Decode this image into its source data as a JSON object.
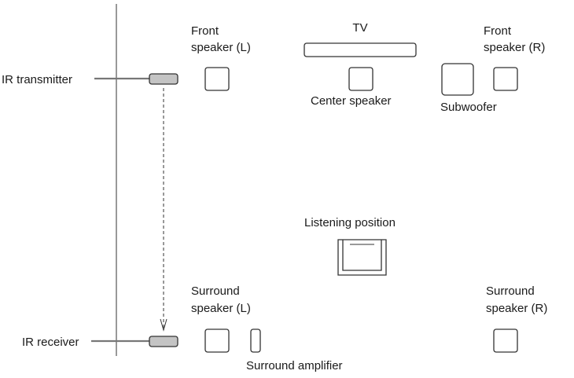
{
  "labels": {
    "tv": "TV",
    "front_left": [
      "Front",
      "speaker (L)"
    ],
    "front_right": [
      "Front",
      "speaker (R)"
    ],
    "center": "Center speaker",
    "subwoofer": "Subwoofer",
    "ir_transmitter": "IR transmitter",
    "ir_receiver": "IR receiver",
    "listening_position": "Listening position",
    "surround_left": [
      "Surround",
      "speaker (L)"
    ],
    "surround_right": [
      "Surround",
      "speaker (R)"
    ],
    "surround_amplifier": "Surround amplifier"
  },
  "colors": {
    "ir_device_fill": "#c4c4c4",
    "connector_line": "#777777",
    "outline": "#333333"
  }
}
